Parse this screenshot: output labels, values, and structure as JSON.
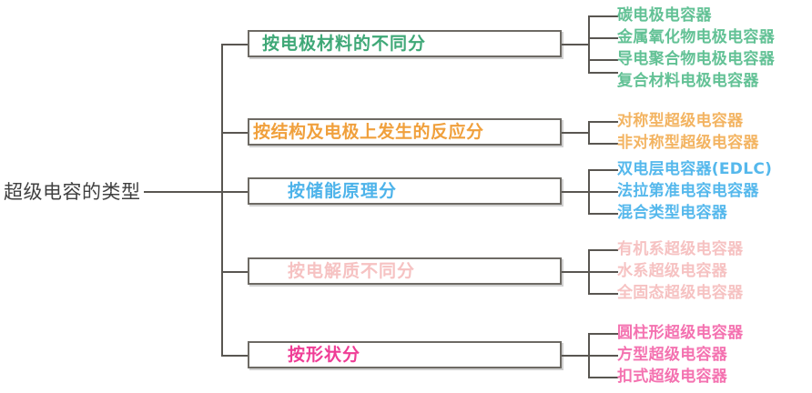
{
  "diagram": {
    "type": "mind-map",
    "root": {
      "label": "超级电容的类型",
      "color": "#404040"
    },
    "line_color": "#595651",
    "box_border_color": "#6d6a64",
    "branches": [
      {
        "label": "按电极材料的不同分",
        "color": "#3fa877",
        "leaf_color": "#62c195",
        "children": [
          "碳电极电容器",
          "金属氧化物电极电容器",
          "导电聚合物电极电容器",
          "复合材料电极电容器"
        ]
      },
      {
        "label": "按结构及电极上发生的反应分",
        "color": "#f0a03c",
        "leaf_color": "#f3b462",
        "children": [
          "对称型超级电容器",
          "非对称型超级电容器"
        ]
      },
      {
        "label": "按储能原理分",
        "color": "#4db3ea",
        "leaf_color": "#55b8ec",
        "children": [
          "双电层电容器(EDLC)",
          "法拉第准电容电容器",
          "混合类型电容器"
        ]
      },
      {
        "label": "按电解质不同分",
        "color": "#f6c2c2",
        "leaf_color": "#f6c2c2",
        "children": [
          "有机系超级电容器",
          "水系超级电容器",
          "全固态超级电容器"
        ]
      },
      {
        "label": "按形状分",
        "color": "#ef3d96",
        "leaf_color": "#f472b0",
        "children": [
          "圆柱形超级电容器",
          "方型超级电容器",
          "扣式超级电容器"
        ]
      }
    ]
  }
}
